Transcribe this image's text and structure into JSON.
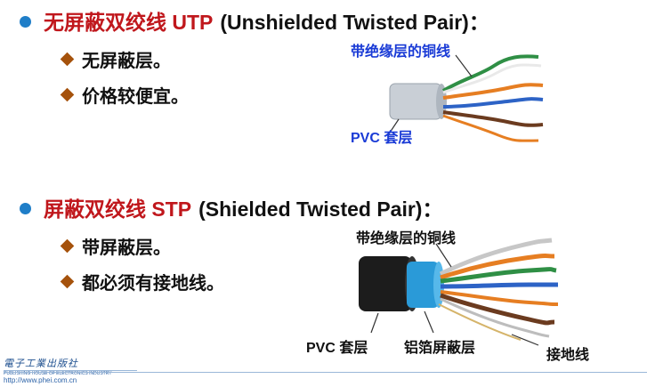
{
  "utp": {
    "title_cn": "无屏蔽双绞线 UTP",
    "title_en": "(Unshielded Twisted Pair)：",
    "points": [
      "无屏蔽层。",
      "价格较便宜。"
    ],
    "label_copper": "带绝缘层的铜线",
    "label_pvc": "PVC 套层"
  },
  "stp": {
    "title_cn": "屏蔽双绞线 STP",
    "title_en": "(Shielded Twisted Pair)：",
    "points": [
      "带屏蔽层。",
      "都必须有接地线。"
    ],
    "label_copper": "带绝缘层的铜线",
    "label_pvc": "PVC 套层",
    "label_foil": "铝箔屏蔽层",
    "label_ground": "接地线"
  },
  "logo": {
    "name": "電子工業出版社",
    "subtitle": "PUBLISHING HOUSE OF ELECTRONICS INDUSTRY",
    "url": "http://www.phei.com.cn"
  },
  "colors": {
    "bullet": "#1f7ec8",
    "title_red": "#c0171c",
    "diamond": "#a5520c",
    "label_blue": "#1a3bd6"
  }
}
